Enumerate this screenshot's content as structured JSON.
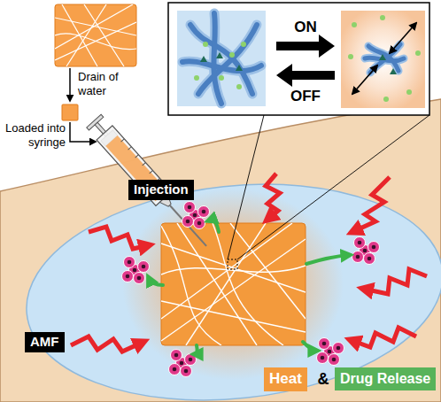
{
  "diagram": {
    "nodes": [
      {
        "text": [
          "Injection"
        ]
      },
      {
        "text": [
          "AMF"
        ]
      },
      {
        "text": [
          "Heat"
        ]
      },
      {
        "text": [
          "Drug Release"
        ]
      }
    ],
    "labels": [
      "Drain of water",
      "Loaded into syringe",
      "ON",
      "OFF",
      "&"
    ]
  }
}
